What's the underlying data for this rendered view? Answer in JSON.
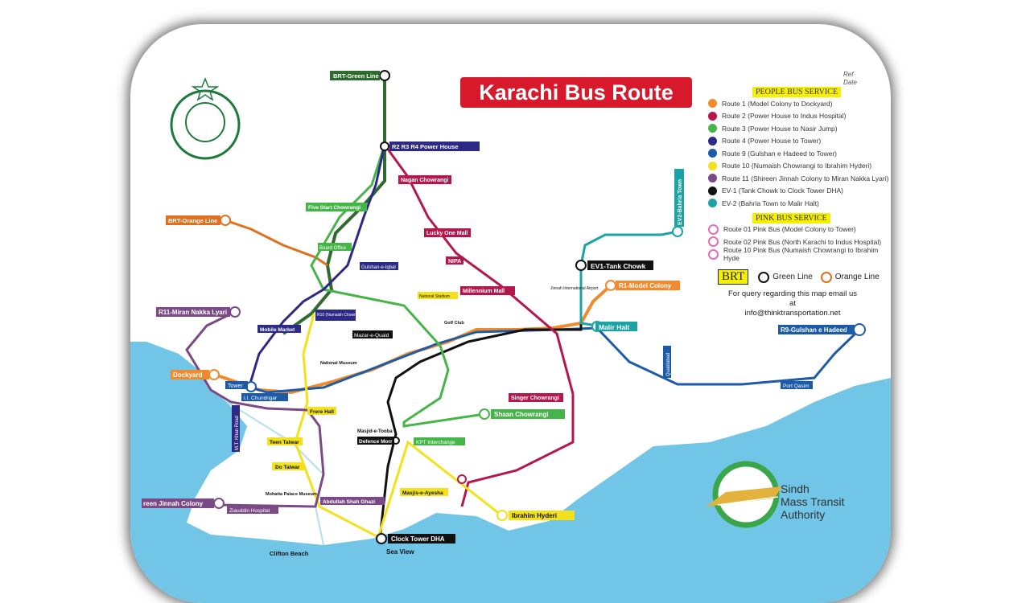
{
  "title": "Karachi Bus Route Map",
  "ref_date": [
    "Ref",
    "Date"
  ],
  "people_bus_header": "PEOPLE BUS SERVICE",
  "people_routes": [
    {
      "label": "Route 1 (Model Colony to Dockyard)",
      "color": "#f08a2c"
    },
    {
      "label": "Route 2 (Power House to Indus Hospital)",
      "color": "#b5174d"
    },
    {
      "label": "Route 3 (Power House to Nasir Jump)",
      "color": "#46b549"
    },
    {
      "label": "Route 4 (Power House to Tower)",
      "color": "#2c2a84"
    },
    {
      "label": "Route 9 (Gulshan e Hadeed to Tower)",
      "color": "#1d5ba8"
    },
    {
      "label": "Route 10 (Numaish Chowrangi to Ibrahim Hyderi)",
      "color": "#f2e11b"
    },
    {
      "label": "Route 11 (Shireen Jinnah Colony to Miran Nakka Lyari)",
      "color": "#7b4a86"
    },
    {
      "label": "EV-1 (Tank Chowk to Clock Tower DHA)",
      "color": "#111111"
    },
    {
      "label": "EV-2 (Bahria Town to Malir Halt)",
      "color": "#1ba3a6"
    }
  ],
  "pink_bus_header": "PINK BUS SERVICE",
  "pink_routes": [
    {
      "label": "Route 01 Pink Bus (Model Colony to Tower)"
    },
    {
      "label": "Route 02 Pink Bus (North Karachi to Indus Hospital)"
    },
    {
      "label": "Route 10 Pink Bus (Numaish Chowrangi to Ibrahim Hyde"
    }
  ],
  "brt": {
    "label": "BRT",
    "green": "Green Line",
    "orange": "Orange Line"
  },
  "query": [
    "For query regarding this map email us at",
    "info@thinktransportation.net"
  ],
  "authority": [
    "Sindh",
    "Mass Transit",
    "Authority"
  ],
  "colors": {
    "sea": "#71c5e6",
    "title_bg": "#d8182b",
    "green_line": "#2f6b2c"
  },
  "stations": {
    "brt_green": "BRT-Green Line",
    "power_house": "R2  R3  R4 Power House",
    "nagan": "Nagan Chowrangi",
    "five_star": "Five Start Chowrangi",
    "brt_orange": "BRT-Orange Line",
    "lucky_one": "Lucky One Mall",
    "nipa": "NIPA",
    "board_office": "Board Office",
    "gulshan_chowrangi": "Gulshan-e-Iqbal",
    "millennium": "Millennium Mall",
    "ev1": "EV1-Tank Chowk",
    "bahria": "EV2-Bahria Town",
    "r1_model": "R1-Model Colony",
    "malir_halt": "Malir Halt",
    "r9": "R9-Gulshan e Hadeed",
    "miran": "R11-Miran Nakka Lyari",
    "mobile_market": "Mobile Market",
    "mazar": "Mazar-e-Quaid",
    "numaish": "R10 (Numaish Chowrangi)",
    "dockyard": "Dockyard",
    "tower": "Tower",
    "ii_chundrigar": "I.I. Chundrigar",
    "frere": "Frere Hall",
    "singer": "Singer Chowrangi",
    "shaan": "Shaan Chowrangi",
    "defence_morr": "Defence Morr",
    "kpt": "KPT Interchange",
    "masjid_tooba": "Masjid-e-Tooba",
    "teen_talwar": "Teen Talwar",
    "do_talwar": "Do Talwar",
    "mohatta": "Mohatta Palace Museum",
    "abdullah": "Abdullah Shah Ghazi",
    "shireen": "reen Jinnah Colony",
    "ziauddin": "Ziauddin Hospital",
    "masjid_ayesha": "Masjis-e-Ayesha",
    "ibrahim": "Ibrahim Hyderi",
    "clock_tower": "Clock Tower DHA",
    "sea_view": "Sea View",
    "clifton": "Clifton Beach",
    "port_qasim": "Port Qasim",
    "national_museum": "National Museum",
    "golf_club": "Golf Club",
    "national_stadium": "National Stadium",
    "jinnah_airport": "Jinnah International Airport",
    "mt_khan": "M.T. Khan Road",
    "quaidabad": "Quaidabad"
  }
}
